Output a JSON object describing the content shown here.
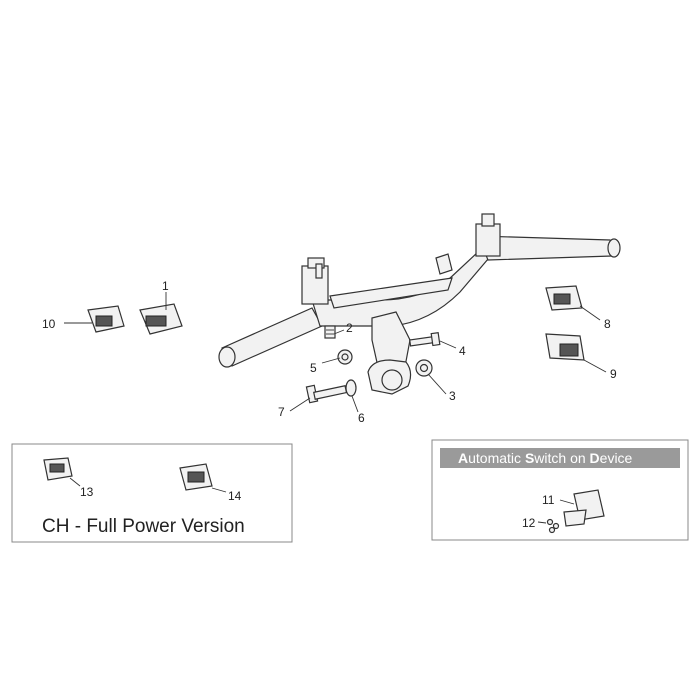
{
  "callouts": {
    "c1": "1",
    "c2": "2",
    "c3": "3",
    "c4": "4",
    "c5": "5",
    "c6": "6",
    "c7": "7",
    "c8": "8",
    "c9": "9",
    "c10": "10",
    "c11": "11",
    "c12": "12",
    "c13": "13",
    "c14": "14"
  },
  "left_box": {
    "caption": "CH - Full Power Version"
  },
  "right_box": {
    "banner_parts": [
      {
        "text": "A",
        "bold": true
      },
      {
        "text": "utomatic ",
        "bold": false
      },
      {
        "text": "S",
        "bold": true
      },
      {
        "text": "witch on ",
        "bold": false
      },
      {
        "text": "D",
        "bold": true
      },
      {
        "text": "evice",
        "bold": false
      }
    ]
  }
}
